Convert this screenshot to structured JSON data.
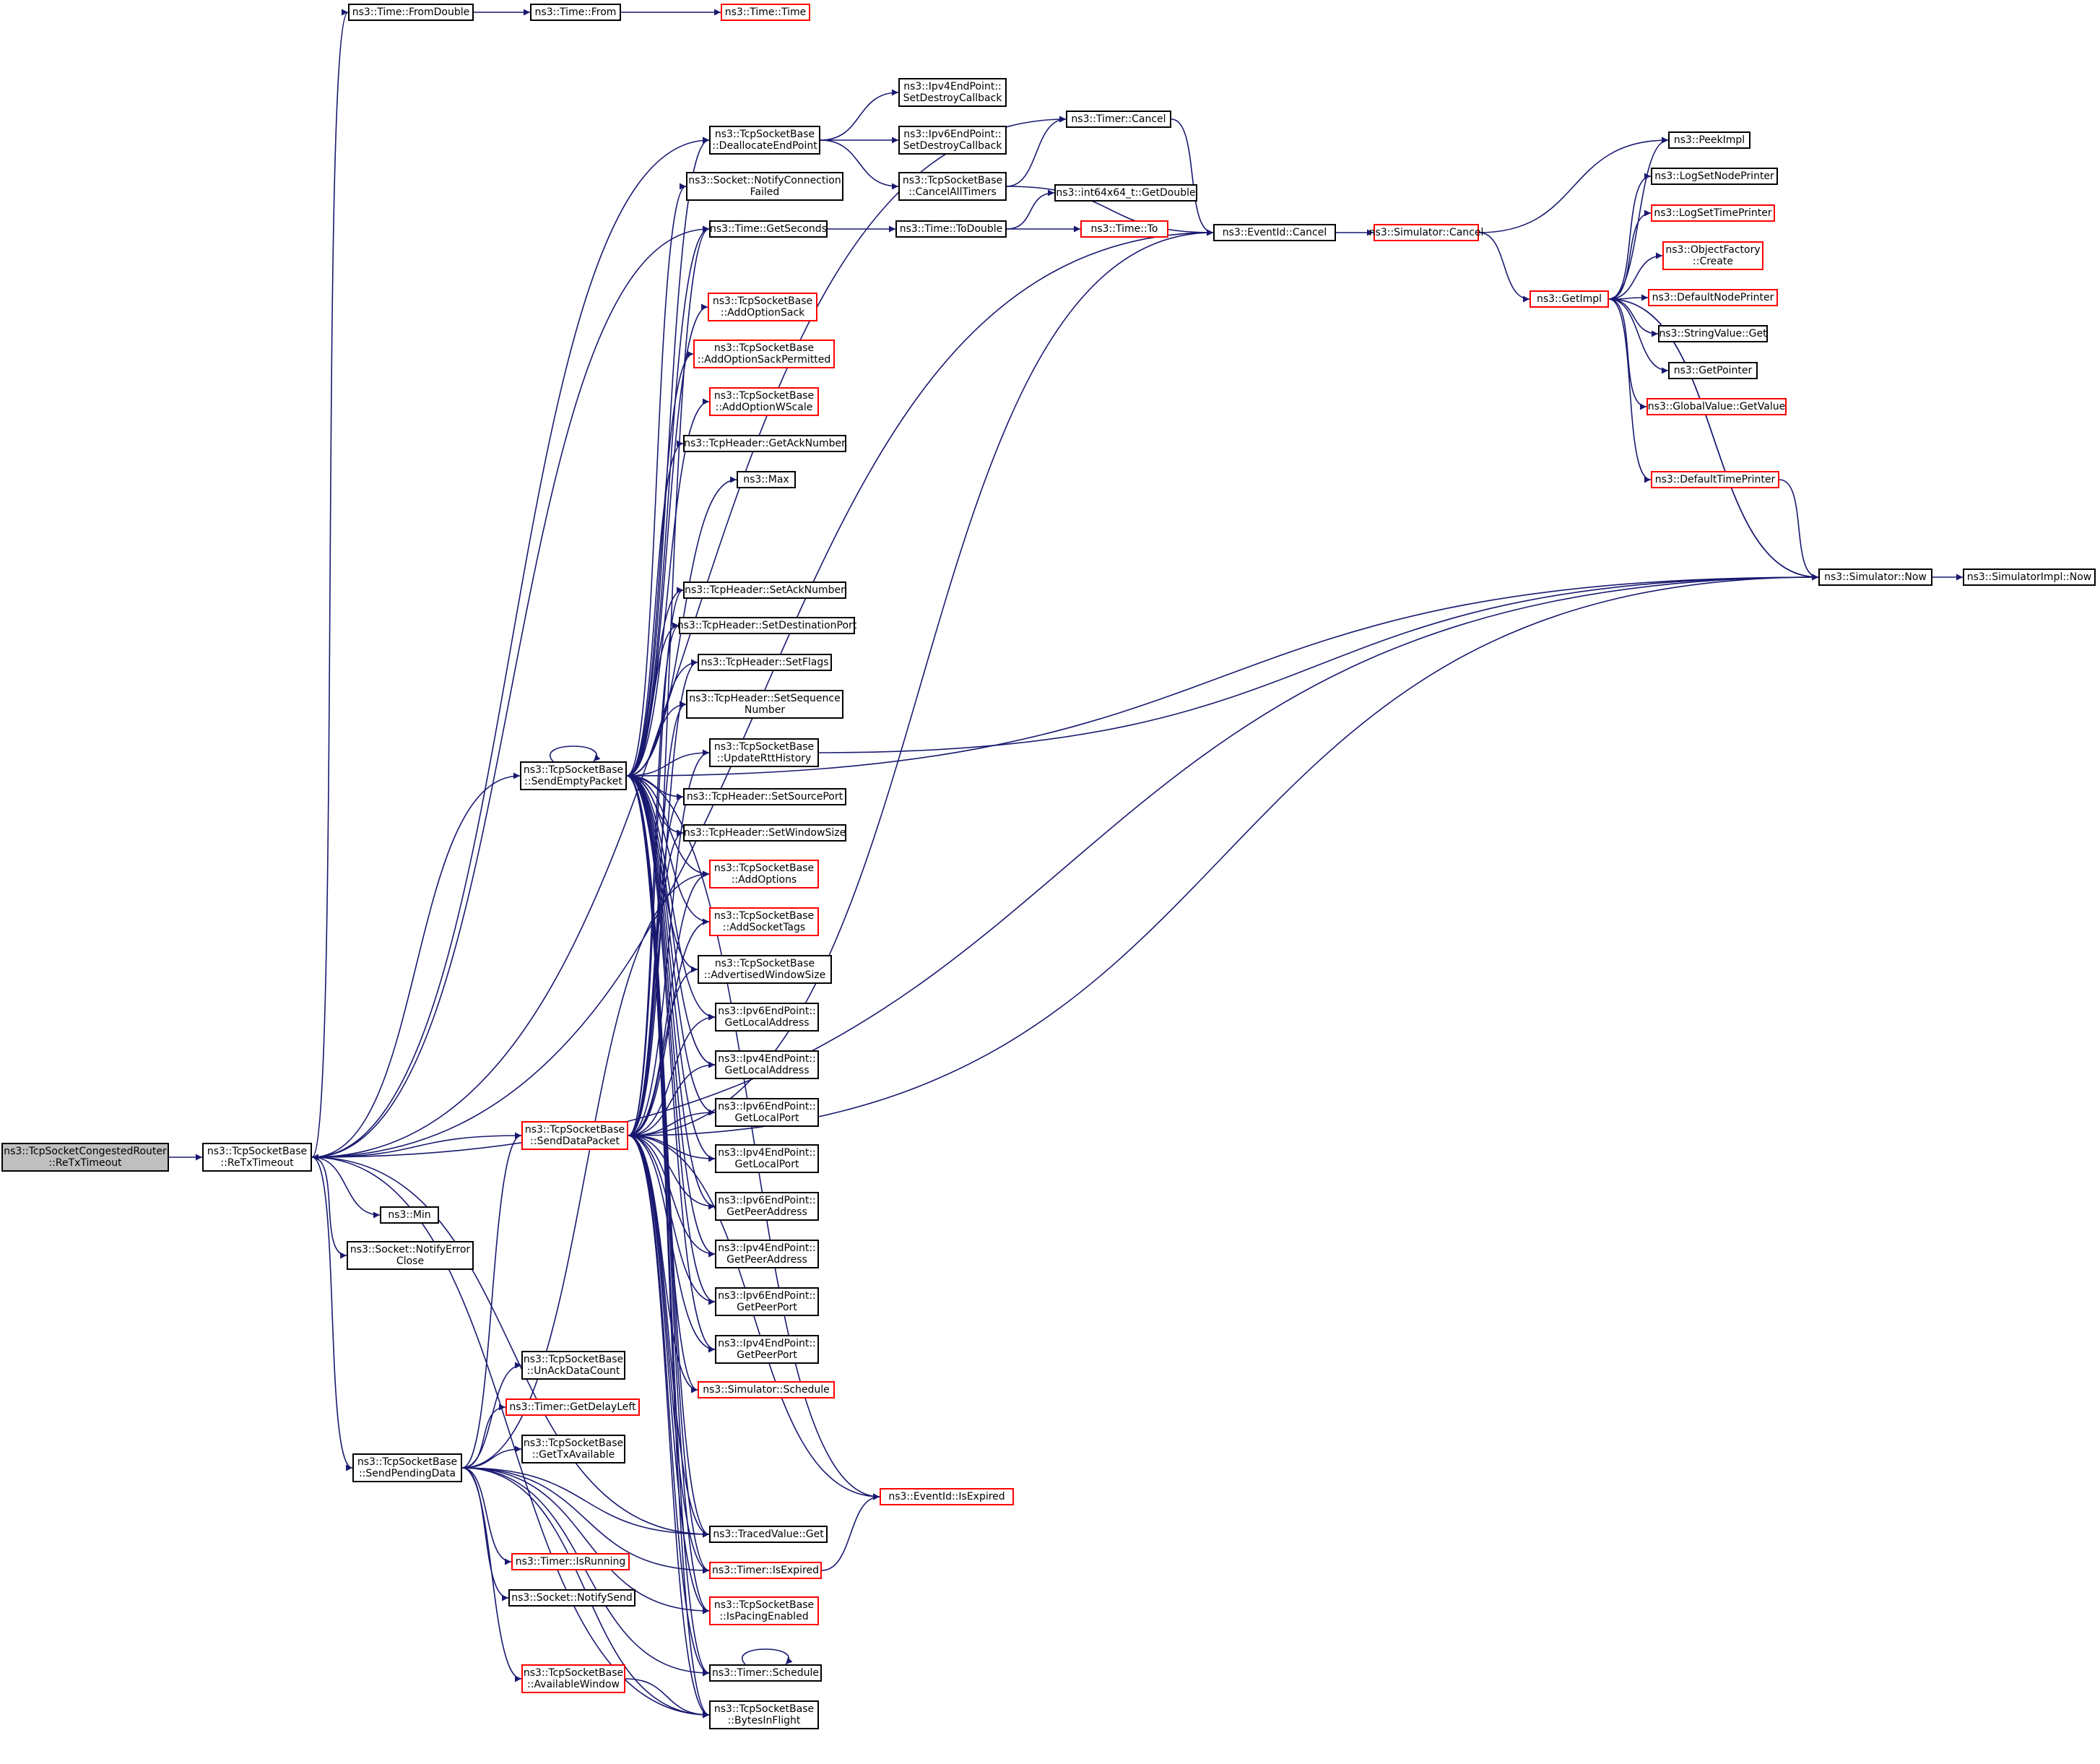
{
  "graph": {
    "edge_color": "#191970",
    "highlight_border": "#ff0000",
    "root_fill": "#bfbfbf",
    "nodes": [
      {
        "id": "root",
        "lines": [
          "ns3::TcpSocketCongestedRouter",
          "::ReTxTimeout"
        ],
        "style": "root"
      },
      {
        "id": "retx",
        "lines": [
          "ns3::TcpSocketBase",
          "::ReTxTimeout"
        ],
        "style": "normal"
      },
      {
        "id": "fromdouble",
        "lines": [
          "ns3::Time::FromDouble"
        ],
        "style": "normal"
      },
      {
        "id": "from",
        "lines": [
          "ns3::Time::From"
        ],
        "style": "normal"
      },
      {
        "id": "time",
        "lines": [
          "ns3::Time::Time"
        ],
        "style": "red"
      },
      {
        "id": "dealloc",
        "lines": [
          "ns3::TcpSocketBase",
          "::DeallocateEndPoint"
        ],
        "style": "normal"
      },
      {
        "id": "ipv4destroy",
        "lines": [
          "ns3::Ipv4EndPoint::",
          "SetDestroyCallback"
        ],
        "style": "normal"
      },
      {
        "id": "ipv6destroy",
        "lines": [
          "ns3::Ipv6EndPoint::",
          "SetDestroyCallback"
        ],
        "style": "normal"
      },
      {
        "id": "cancelalltimers",
        "lines": [
          "ns3::TcpSocketBase",
          "::CancelAllTimers"
        ],
        "style": "normal"
      },
      {
        "id": "notifyconnfailed",
        "lines": [
          "ns3::Socket::NotifyConnection",
          "Failed"
        ],
        "style": "normal"
      },
      {
        "id": "getseconds",
        "lines": [
          "ns3::Time::GetSeconds"
        ],
        "style": "normal"
      },
      {
        "id": "todouble",
        "lines": [
          "ns3::Time::ToDouble"
        ],
        "style": "normal"
      },
      {
        "id": "int64getdouble",
        "lines": [
          "ns3::int64x64_t::GetDouble"
        ],
        "style": "normal"
      },
      {
        "id": "timeto",
        "lines": [
          "ns3::Time::To"
        ],
        "style": "red"
      },
      {
        "id": "timercancel",
        "lines": [
          "ns3::Timer::Cancel"
        ],
        "style": "normal"
      },
      {
        "id": "eventcancel",
        "lines": [
          "ns3::EventId::Cancel"
        ],
        "style": "normal"
      },
      {
        "id": "simcancel",
        "lines": [
          "ns3::Simulator::Cancel"
        ],
        "style": "red"
      },
      {
        "id": "getimpl",
        "lines": [
          "ns3::GetImpl"
        ],
        "style": "red"
      },
      {
        "id": "peekimpl",
        "lines": [
          "ns3::PeekImpl"
        ],
        "style": "normal"
      },
      {
        "id": "lognodeprinter",
        "lines": [
          "ns3::LogSetNodePrinter"
        ],
        "style": "normal"
      },
      {
        "id": "logtimeprinter",
        "lines": [
          "ns3::LogSetTimePrinter"
        ],
        "style": "red"
      },
      {
        "id": "objfactory",
        "lines": [
          "ns3::ObjectFactory",
          "::Create"
        ],
        "style": "red"
      },
      {
        "id": "defnodeprinter",
        "lines": [
          "ns3::DefaultNodePrinter"
        ],
        "style": "red"
      },
      {
        "id": "stringvalueget",
        "lines": [
          "ns3::StringValue::Get"
        ],
        "style": "normal"
      },
      {
        "id": "getpointer",
        "lines": [
          "ns3::GetPointer"
        ],
        "style": "normal"
      },
      {
        "id": "globalvalue",
        "lines": [
          "ns3::GlobalValue::GetValue"
        ],
        "style": "red"
      },
      {
        "id": "deftimeprinter",
        "lines": [
          "ns3::DefaultTimePrinter"
        ],
        "style": "red"
      },
      {
        "id": "simnow",
        "lines": [
          "ns3::Simulator::Now"
        ],
        "style": "normal"
      },
      {
        "id": "simimplnow",
        "lines": [
          "ns3::SimulatorImpl::Now"
        ],
        "style": "normal"
      },
      {
        "id": "addoptionsack",
        "lines": [
          "ns3::TcpSocketBase",
          "::AddOptionSack"
        ],
        "style": "red"
      },
      {
        "id": "addoptionsackperm",
        "lines": [
          "ns3::TcpSocketBase",
          "::AddOptionSackPermitted"
        ],
        "style": "red"
      },
      {
        "id": "addoptionwscale",
        "lines": [
          "ns3::TcpSocketBase",
          "::AddOptionWScale"
        ],
        "style": "red"
      },
      {
        "id": "getacknumber",
        "lines": [
          "ns3::TcpHeader::GetAckNumber"
        ],
        "style": "normal"
      },
      {
        "id": "max",
        "lines": [
          "ns3::Max"
        ],
        "style": "normal"
      },
      {
        "id": "setacknumber",
        "lines": [
          "ns3::TcpHeader::SetAckNumber"
        ],
        "style": "normal"
      },
      {
        "id": "setdestport",
        "lines": [
          "ns3::TcpHeader::SetDestinationPort"
        ],
        "style": "normal"
      },
      {
        "id": "setflags",
        "lines": [
          "ns3::TcpHeader::SetFlags"
        ],
        "style": "normal"
      },
      {
        "id": "setseqnumber",
        "lines": [
          "ns3::TcpHeader::SetSequence",
          "Number"
        ],
        "style": "normal"
      },
      {
        "id": "updatertt",
        "lines": [
          "ns3::TcpSocketBase",
          "::UpdateRttHistory"
        ],
        "style": "normal"
      },
      {
        "id": "setsourceport",
        "lines": [
          "ns3::TcpHeader::SetSourcePort"
        ],
        "style": "normal"
      },
      {
        "id": "setwindowsize",
        "lines": [
          "ns3::TcpHeader::SetWindowSize"
        ],
        "style": "normal"
      },
      {
        "id": "addoptions",
        "lines": [
          "ns3::TcpSocketBase",
          "::AddOptions"
        ],
        "style": "red"
      },
      {
        "id": "addsockettags",
        "lines": [
          "ns3::TcpSocketBase",
          "::AddSocketTags"
        ],
        "style": "red"
      },
      {
        "id": "advwindowsize",
        "lines": [
          "ns3::TcpSocketBase",
          "::AdvertisedWindowSize"
        ],
        "style": "normal"
      },
      {
        "id": "ipv6localaddr",
        "lines": [
          "ns3::Ipv6EndPoint::",
          "GetLocalAddress"
        ],
        "style": "normal"
      },
      {
        "id": "ipv4localaddr",
        "lines": [
          "ns3::Ipv4EndPoint::",
          "GetLocalAddress"
        ],
        "style": "normal"
      },
      {
        "id": "ipv6localport",
        "lines": [
          "ns3::Ipv6EndPoint::",
          "GetLocalPort"
        ],
        "style": "normal"
      },
      {
        "id": "ipv4localport",
        "lines": [
          "ns3::Ipv4EndPoint::",
          "GetLocalPort"
        ],
        "style": "normal"
      },
      {
        "id": "ipv6peeraddr",
        "lines": [
          "ns3::Ipv6EndPoint::",
          "GetPeerAddress"
        ],
        "style": "normal"
      },
      {
        "id": "ipv4peeraddr",
        "lines": [
          "ns3::Ipv4EndPoint::",
          "GetPeerAddress"
        ],
        "style": "normal"
      },
      {
        "id": "ipv6peerport",
        "lines": [
          "ns3::Ipv6EndPoint::",
          "GetPeerPort"
        ],
        "style": "normal"
      },
      {
        "id": "ipv4peerport",
        "lines": [
          "ns3::Ipv4EndPoint::",
          "GetPeerPort"
        ],
        "style": "normal"
      },
      {
        "id": "simschedule",
        "lines": [
          "ns3::Simulator::Schedule"
        ],
        "style": "red"
      },
      {
        "id": "sendempty",
        "lines": [
          "ns3::TcpSocketBase",
          "::SendEmptyPacket"
        ],
        "style": "normal"
      },
      {
        "id": "senddata",
        "lines": [
          "ns3::TcpSocketBase",
          "::SendDataPacket"
        ],
        "style": "red"
      },
      {
        "id": "min",
        "lines": [
          "ns3::Min"
        ],
        "style": "normal"
      },
      {
        "id": "notifyerrorclose",
        "lines": [
          "ns3::Socket::NotifyError",
          "Close"
        ],
        "style": "normal"
      },
      {
        "id": "unackdatacount",
        "lines": [
          "ns3::TcpSocketBase",
          "::UnAckDataCount"
        ],
        "style": "normal"
      },
      {
        "id": "getdelayleft",
        "lines": [
          "ns3::Timer::GetDelayLeft"
        ],
        "style": "red"
      },
      {
        "id": "gettxavailable",
        "lines": [
          "ns3::TcpSocketBase",
          "::GetTxAvailable"
        ],
        "style": "normal"
      },
      {
        "id": "sendpending",
        "lines": [
          "ns3::TcpSocketBase",
          "::SendPendingData"
        ],
        "style": "normal"
      },
      {
        "id": "timerisrunning",
        "lines": [
          "ns3::Timer::IsRunning"
        ],
        "style": "red"
      },
      {
        "id": "notifysend",
        "lines": [
          "ns3::Socket::NotifySend"
        ],
        "style": "normal"
      },
      {
        "id": "availablewindow",
        "lines": [
          "ns3::TcpSocketBase",
          "::AvailableWindow"
        ],
        "style": "red"
      },
      {
        "id": "eventisexpired",
        "lines": [
          "ns3::EventId::IsExpired"
        ],
        "style": "red"
      },
      {
        "id": "tracedvalueget",
        "lines": [
          "ns3::TracedValue::Get"
        ],
        "style": "normal"
      },
      {
        "id": "timerisexpired",
        "lines": [
          "ns3::Timer::IsExpired"
        ],
        "style": "red"
      },
      {
        "id": "ispacing",
        "lines": [
          "ns3::TcpSocketBase",
          "::IsPacingEnabled"
        ],
        "style": "red"
      },
      {
        "id": "timerschedule",
        "lines": [
          "ns3::Timer::Schedule"
        ],
        "style": "normal"
      },
      {
        "id": "bytesinflight",
        "lines": [
          "ns3::TcpSocketBase",
          "::BytesInFlight"
        ],
        "style": "normal"
      }
    ]
  }
}
